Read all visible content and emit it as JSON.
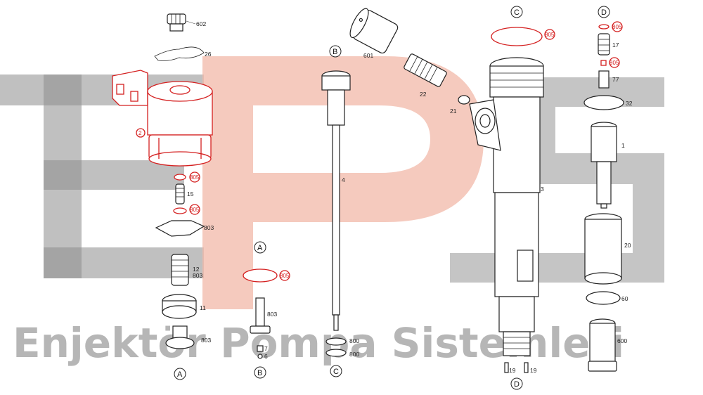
{
  "watermark": {
    "brand_text": "Enjektör Pompa Sistemleri",
    "colors": {
      "gray": "#8c8c8c",
      "salmon": "#f2b8a8"
    }
  },
  "colors": {
    "line": "#222222",
    "highlight": "#d42020"
  },
  "parts": {
    "p602": "602",
    "p26": "26",
    "p2": "2",
    "p805": "805",
    "p15": "15",
    "p803": "803",
    "p12": "12",
    "p11": "11",
    "p601": "601",
    "p22": "22",
    "p21": "21",
    "p4": "4",
    "p7": "7",
    "p6": "6",
    "p800": "800",
    "p3": "3",
    "p19": "19",
    "p17": "17",
    "p77": "77",
    "p32": "32",
    "p1": "1",
    "p20": "20",
    "p60": "60",
    "p600": "600"
  },
  "markers": {
    "a": "A",
    "b": "B",
    "c": "C",
    "d": "D"
  }
}
